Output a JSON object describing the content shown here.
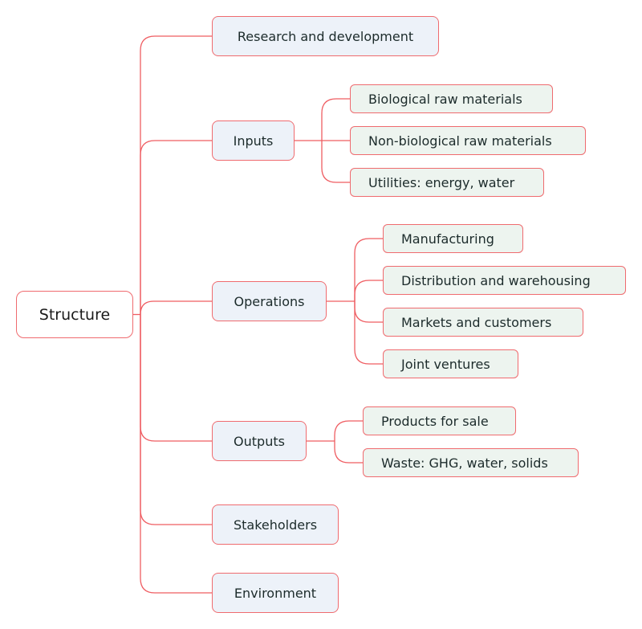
{
  "diagram": {
    "type": "mind-map",
    "colors": {
      "connector": "#ef5d62",
      "border": "#ef6b6f",
      "root_fill": "#ffffff",
      "branch_fill": "#edf2f9",
      "leaf_fill": "#edf4ef",
      "text": "#1c2b2b"
    },
    "root": {
      "label": "Structure"
    },
    "branches": [
      {
        "label": "Research and development",
        "children": []
      },
      {
        "label": "Inputs",
        "children": [
          {
            "label": "Biological raw materials"
          },
          {
            "label": "Non-biological raw materials"
          },
          {
            "label": "Utilities: energy, water"
          }
        ]
      },
      {
        "label": "Operations",
        "children": [
          {
            "label": "Manufacturing"
          },
          {
            "label": "Distribution and warehousing"
          },
          {
            "label": "Markets and customers"
          },
          {
            "label": "Joint ventures"
          }
        ]
      },
      {
        "label": "Outputs",
        "children": [
          {
            "label": "Products for sale"
          },
          {
            "label": "Waste: GHG, water, solids"
          }
        ]
      },
      {
        "label": "Stakeholders",
        "children": []
      },
      {
        "label": "Environment",
        "children": []
      }
    ]
  }
}
